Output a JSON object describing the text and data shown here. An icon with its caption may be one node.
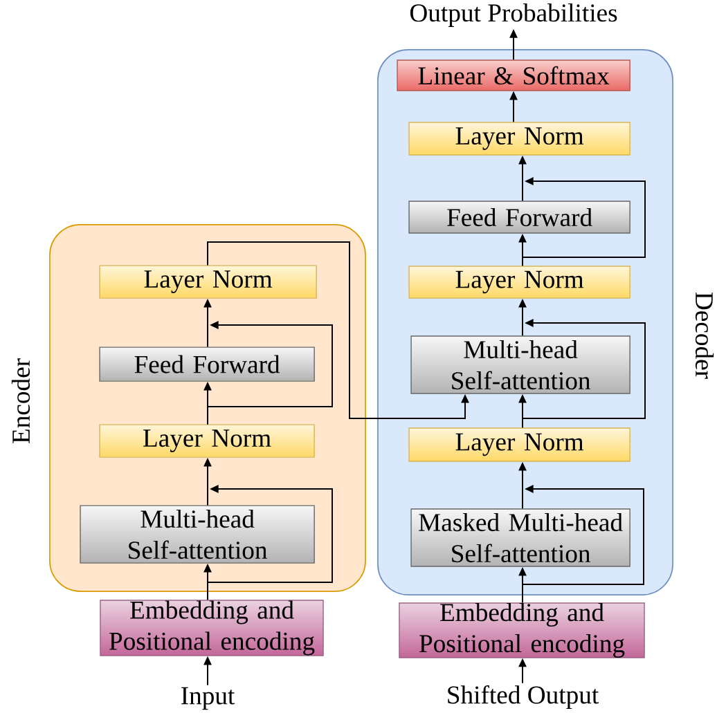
{
  "diagram": {
    "nodes": [
      {
        "text": [
          "Encoder"
        ]
      },
      {
        "text": [
          "Decoder"
        ]
      },
      {
        "text": [
          "Multi-head Self-attention"
        ],
        "in": 0
      },
      {
        "text": [
          "Layer Norm"
        ],
        "in": 0
      },
      {
        "text": [
          "Feed Forward"
        ],
        "in": 0
      },
      {
        "text": [
          "Layer Norm"
        ],
        "in": 0
      },
      {
        "text": [
          "Embedding and Positional encoding"
        ]
      },
      {
        "text": [
          "Input"
        ]
      },
      {
        "text": [
          "Masked Multi-head Self-attention"
        ],
        "in": 1
      },
      {
        "text": [
          "Layer Norm"
        ],
        "in": 1
      },
      {
        "text": [
          "Multi-head Self-attention"
        ],
        "in": 1
      },
      {
        "text": [
          "Layer Norm"
        ],
        "in": 1
      },
      {
        "text": [
          "Feed Forward"
        ],
        "in": 1
      },
      {
        "text": [
          "Layer Norm"
        ],
        "in": 1
      },
      {
        "text": [
          "Linear & Softmax"
        ],
        "in": 1
      },
      {
        "text": [
          "Embedding and Positional encoding"
        ]
      },
      {
        "text": [
          "Shifted Output"
        ]
      },
      {
        "text": [
          "Output Probabilities"
        ]
      }
    ],
    "edges": [
      {
        "from": 7,
        "to": 6,
        "arrow": "to"
      },
      {
        "from": 6,
        "to": 2,
        "arrow": "to"
      },
      {
        "from": 2,
        "to": 3,
        "arrow": "to"
      },
      {
        "from": 6,
        "to": null,
        "arrow": "to"
      },
      {
        "from": 3,
        "to": 4,
        "arrow": "to"
      },
      {
        "from": 4,
        "to": 5,
        "arrow": "to"
      },
      {
        "from": 3,
        "to": null,
        "arrow": "to"
      },
      {
        "from": 5,
        "to": 10,
        "arrow": "to"
      },
      {
        "from": 16,
        "to": 15,
        "arrow": "to"
      },
      {
        "from": 15,
        "to": 8,
        "arrow": "to"
      },
      {
        "from": 8,
        "to": 9,
        "arrow": "to"
      },
      {
        "from": 15,
        "to": null,
        "arrow": "to"
      },
      {
        "from": 9,
        "to": 10,
        "arrow": "to"
      },
      {
        "from": 9,
        "to": null,
        "arrow": "to"
      },
      {
        "from": 10,
        "to": 11,
        "arrow": "to"
      },
      {
        "from": 11,
        "to": 12,
        "arrow": "to"
      },
      {
        "from": 11,
        "to": null,
        "arrow": "to"
      },
      {
        "from": 12,
        "to": 13,
        "arrow": "to"
      },
      {
        "from": 13,
        "to": 14,
        "arrow": "to"
      },
      {
        "from": 14,
        "to": 17,
        "arrow": "to"
      }
    ]
  }
}
